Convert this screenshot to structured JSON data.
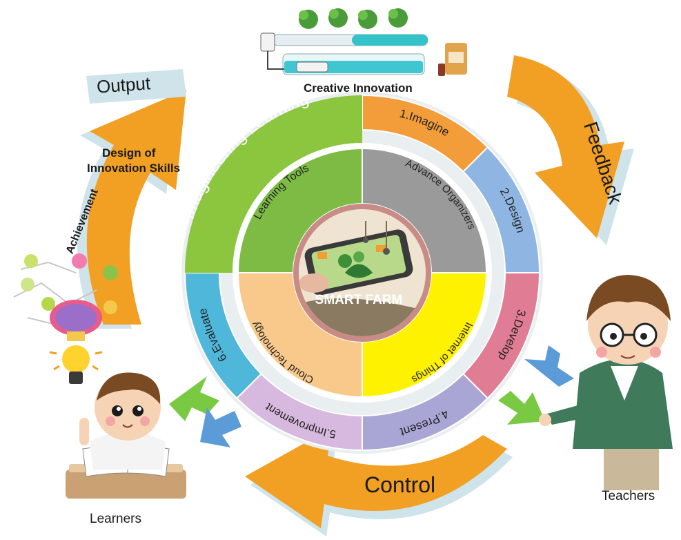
{
  "top": {
    "caption": "Creative Innovation"
  },
  "arrows": {
    "output": "Output",
    "feedback": "Feedback",
    "control": "Control",
    "achievement": "Achievement",
    "design_skills_line1": "Design of",
    "design_skills_line2": "Innovation Skills"
  },
  "people": {
    "learners": "Learners",
    "teachers": "Teachers"
  },
  "cycle": {
    "outer_title": "Imagineering Learning",
    "steps": [
      "1.Imagine",
      "2.Design",
      "3.Develop",
      "4.Present",
      "5.Improvement",
      "6.Evaluate"
    ],
    "inner": [
      "Learning Tools",
      "Advance Organizers",
      "Internet of Things",
      "Cloud Technology"
    ],
    "center": "SMART FARM"
  },
  "colors": {
    "step1": "#f39c3a",
    "step2": "#8fb6e3",
    "step3": "#e07c93",
    "step4": "#a9a6d6",
    "step5": "#d7b8de",
    "step6": "#4fb7d9",
    "title_band": "#8cc63f",
    "inner_tools": "#7dbb45",
    "inner_organizers": "#9a9a9a",
    "inner_iot": "#fff200",
    "inner_cloud": "#f8c98a",
    "arrow_orange": "#f2a024",
    "arrow_shadow": "#cfe3ea",
    "green_arrow": "#7ac943",
    "blue_arrow": "#5a9bd8"
  }
}
